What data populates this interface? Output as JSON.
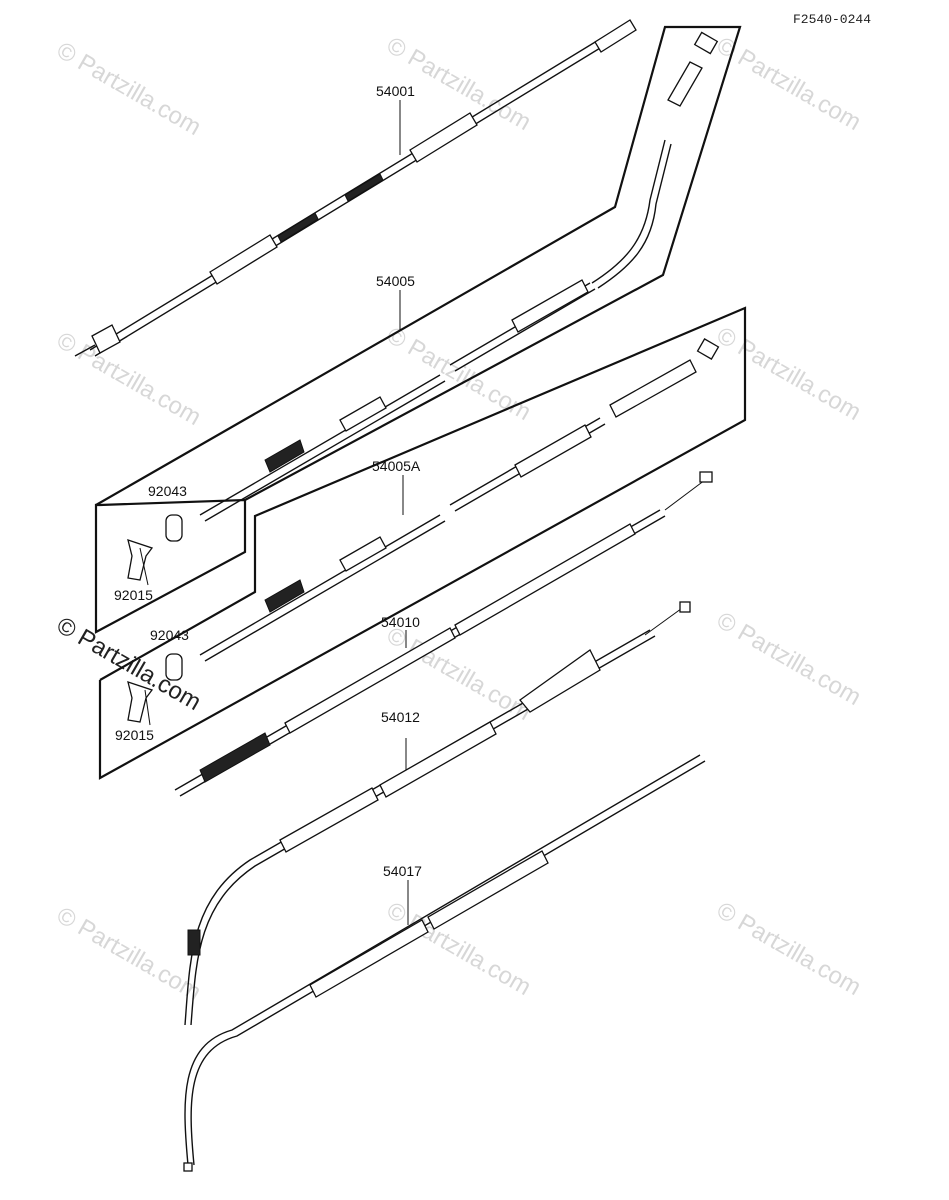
{
  "diagram_code": "F2540-0244",
  "watermark": "© Partzilla.com",
  "parts": {
    "p54001": "54001",
    "p54005": "54005",
    "p54005A": "54005A",
    "p54010": "54010",
    "p54012": "54012",
    "p54017": "54017",
    "p92043_a": "92043",
    "p92015_a": "92015",
    "p92043_b": "92043",
    "p92015_b": "92015"
  }
}
